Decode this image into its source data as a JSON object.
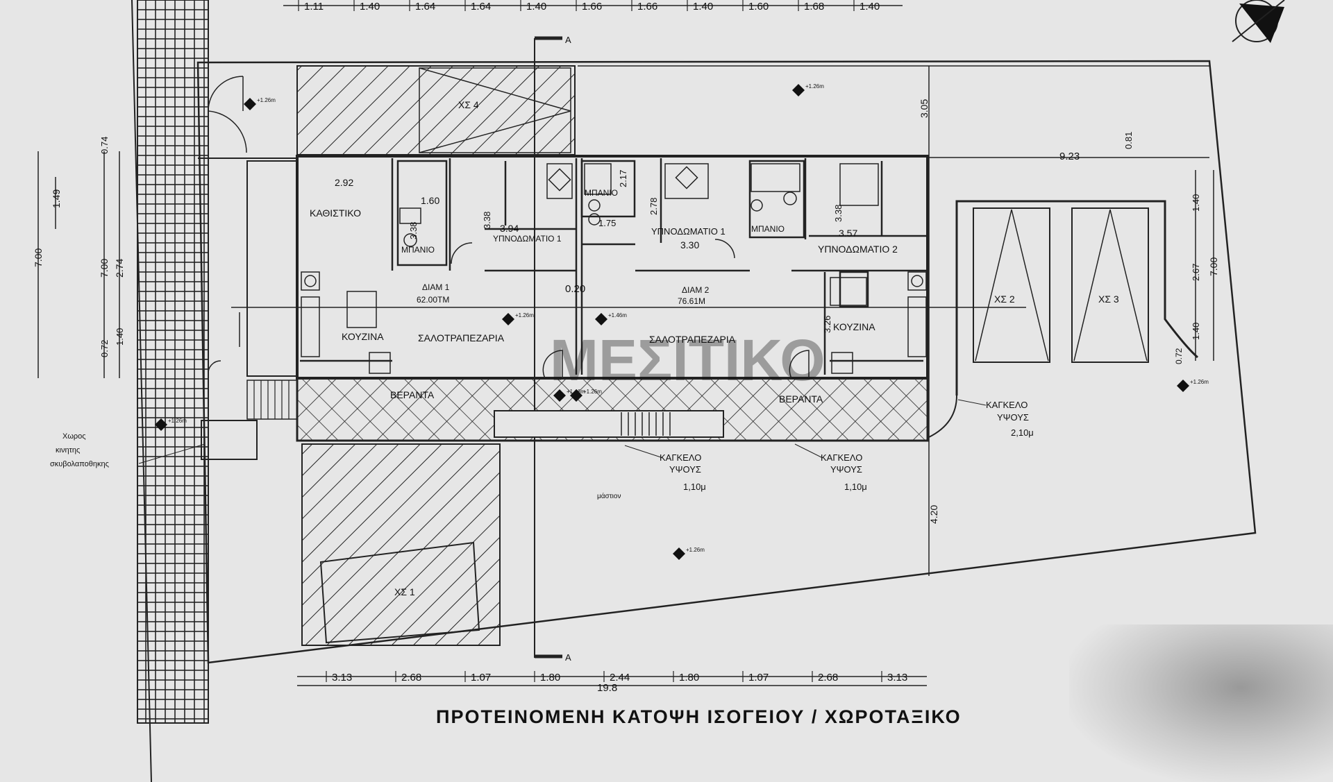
{
  "plan_title": "ΠΡΟΤΕΙΝΟΜΕΝΗ  ΚΑΤΟΨΗ ΙΣΟΓΕΙΟΥ / ΧΩΡΟΤΑΞΙΚΟ",
  "top_dimensions": [
    "1.11",
    "1.40",
    "1.64",
    "1.64",
    "1.40",
    "1.66",
    "1.66",
    "1.40",
    "1.60",
    "1.68",
    "1.40"
  ],
  "bottom_dimensions": [
    "3.13",
    "2.68",
    "1.07",
    "1.80",
    "2.44",
    "1.80",
    "1.07",
    "2.68",
    "3.13"
  ],
  "bottom_total": "19.8",
  "section_mark": "A",
  "rooms": {
    "living": "ΚΑΘΙΣΤΙΚΟ",
    "bath1": "ΜΠΑΝΙΟ",
    "bedroom1a": "ΥΠΝΟΔΩΜΑΤΙΟ 1",
    "bath2": "ΜΠΑΝΙΟ",
    "bedroom1b": "ΥΠΝΟΔΩΜΑΤΙΟ 1",
    "bath3": "ΜΠΑΝΙΟ",
    "bedroom2": "ΥΠΝΟΔΩΜΑΤΙΟ 2",
    "kitchen1": "ΚΟΥΖΙΝΑ",
    "dining1": "ΣΑΛΟΤΡΑΠΕΖΑΡΙΑ",
    "dining2": "ΣΑΛΟΤΡΑΠΕΖΑΡΙΑ",
    "kitchen2": "ΚΟΥΖΙΝΑ",
    "veranda1": "ΒΕΡΑΝΤΑ",
    "veranda2": "ΒΕΡΑΝΤΑ"
  },
  "apartments": {
    "apt1_name": "ΔΙΑΜ 1",
    "apt1_area": "62.00ΤΜ",
    "apt2_name": "ΔΙΑΜ 2",
    "apt2_area": "76.61Μ"
  },
  "parking": [
    "ΧΣ 1",
    "ΧΣ 2",
    "ΧΣ 3",
    "ΧΣ 4"
  ],
  "railings": [
    {
      "line1": "ΚΑΓΚΕΛΟ",
      "line2": "ΥΨΟΥΣ",
      "line3": "1,10μ"
    },
    {
      "line1": "ΚΑΓΚΕΛΟ",
      "line2": "ΥΨΟΥΣ",
      "line3": "1,10μ"
    },
    {
      "line1": "ΚΑΓΚΕΛΟ",
      "line2": "ΥΨΟΥΣ",
      "line3": "2,10μ"
    }
  ],
  "storage_note": [
    "Χωρος",
    "κινητης",
    "σκυβολαποθηκης"
  ],
  "garden_note": "μάστιον",
  "level_marks": [
    "+1.26m",
    "+1.26m",
    "+1.26m",
    "+1.46m",
    "+1.46m",
    "+1.26m",
    "+1.26m",
    "+1.26m",
    "+1.26m"
  ],
  "interior_dims": {
    "living_w": "2.92",
    "bath_d": "1.60",
    "bath_h": "3.38",
    "room_h1": "3.38",
    "bed1_w": "3.94",
    "small_1": "1.75",
    "small_2": "2.17",
    "bed1b_h": "2.78",
    "bed1b_w": "3.30",
    "bed2_h": "3.38",
    "bed2_w": "3.57",
    "mid_gap": "0.20",
    "kitchen_h": "3.26",
    "yard_h": "3.05",
    "side_w": "9.23",
    "front_h": "4.20"
  },
  "left_dims": [
    "0.74",
    "1.49",
    "7.00",
    "7.00",
    "2.74",
    "0.72",
    "1.40"
  ],
  "right_dims": [
    "0.81",
    "1.40",
    "2.67",
    "7.00",
    "1.40",
    "0.72"
  ],
  "watermark": "ΜΕΣΙΤΙΚΟ"
}
